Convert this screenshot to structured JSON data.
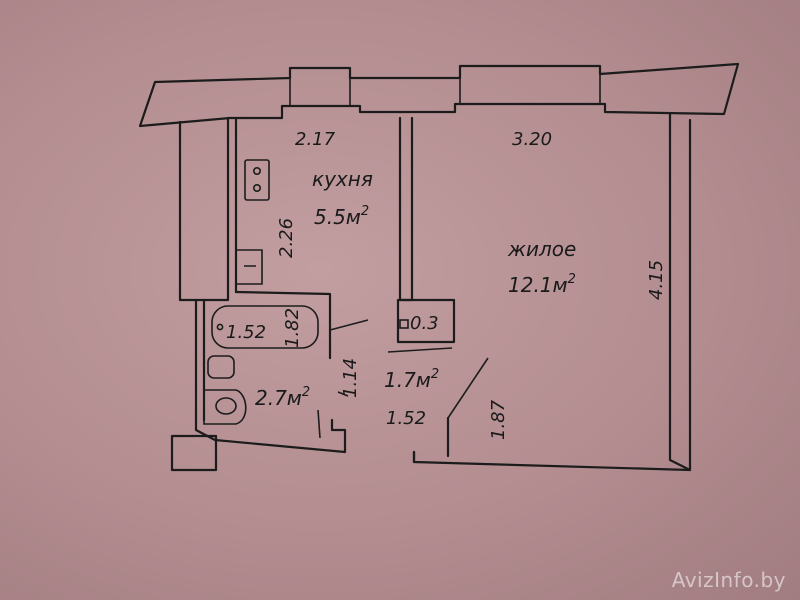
{
  "rooms": {
    "kitchen": {
      "name": "кухня",
      "area": "5.5м",
      "sup": "2",
      "width": "2.17",
      "depth": "2.26"
    },
    "living": {
      "name": "жилое",
      "area": "12.1м",
      "sup": "2",
      "width": "3.20",
      "depth": "4.15"
    },
    "bathroom": {
      "area": "2.7м",
      "sup": "2",
      "tub_length": "1.52",
      "tub_width": "1.82"
    },
    "hall": {
      "area": "1.7м",
      "sup": "2",
      "width": "1.52",
      "depth": "1.14",
      "door_width": "1.87"
    },
    "closet": {
      "area": "0.3"
    }
  },
  "watermark": "AvizInfo.by"
}
